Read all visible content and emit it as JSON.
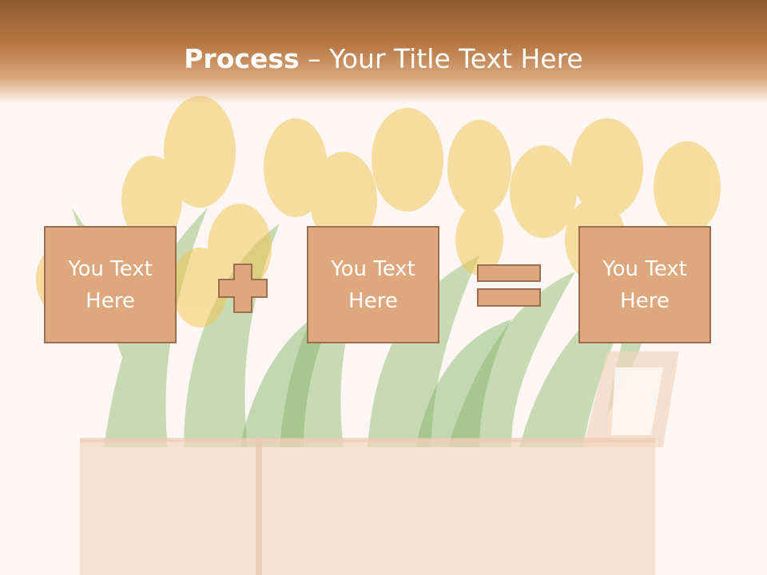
{
  "title": {
    "bold": "Process",
    "rest": " – Your Title Text Here"
  },
  "boxes": [
    {
      "label": "You Text Here"
    },
    {
      "label": "You Text Here"
    },
    {
      "label": "You Text Here"
    }
  ],
  "operators": {
    "first": "plus-icon",
    "second": "equals-icon"
  },
  "colors": {
    "header": "#b97b48",
    "box_fill": "#dea77d",
    "box_border": "#9c6e4d",
    "background": "#fcf7f4"
  }
}
